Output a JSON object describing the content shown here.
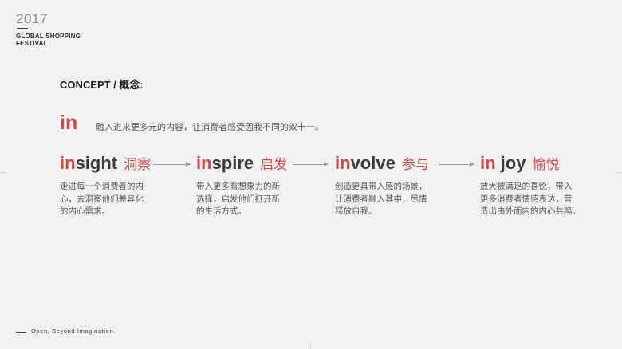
{
  "brand": {
    "year": "2017",
    "line1": "GLOBAL SHOPPING",
    "line2": "FESTIVAL"
  },
  "concept_heading": "CONCEPT / 概念:",
  "intro": {
    "word": "in",
    "text": "融入进来更多元的内容，让消费者感受因我不同的双十一。"
  },
  "columns": [
    {
      "highlight": "in",
      "rest": "sight",
      "cn": "洞察",
      "desc": [
        "走进每一个消费者的内",
        "心，去洞察他们差异化",
        "的内心需求。"
      ]
    },
    {
      "highlight": "in",
      "rest": "spire",
      "cn": "启发",
      "desc": [
        "带入更多有想象力的新",
        "选择，启发他们打开新",
        "的生活方式。"
      ]
    },
    {
      "highlight": "in",
      "rest": "volve",
      "cn": "参与",
      "desc": [
        "创造更具带入感的场景，",
        "让消费者融入其中，尽情",
        "释放自我。"
      ]
    },
    {
      "highlight": "in",
      "rest": " joy",
      "cn": "愉悦",
      "desc": [
        "放大被满足的喜悦，带入",
        "更多消费者情感表达，营",
        "造出由外而内的内心共鸣。"
      ]
    }
  ],
  "footer": "Open, Beyond Imagination."
}
